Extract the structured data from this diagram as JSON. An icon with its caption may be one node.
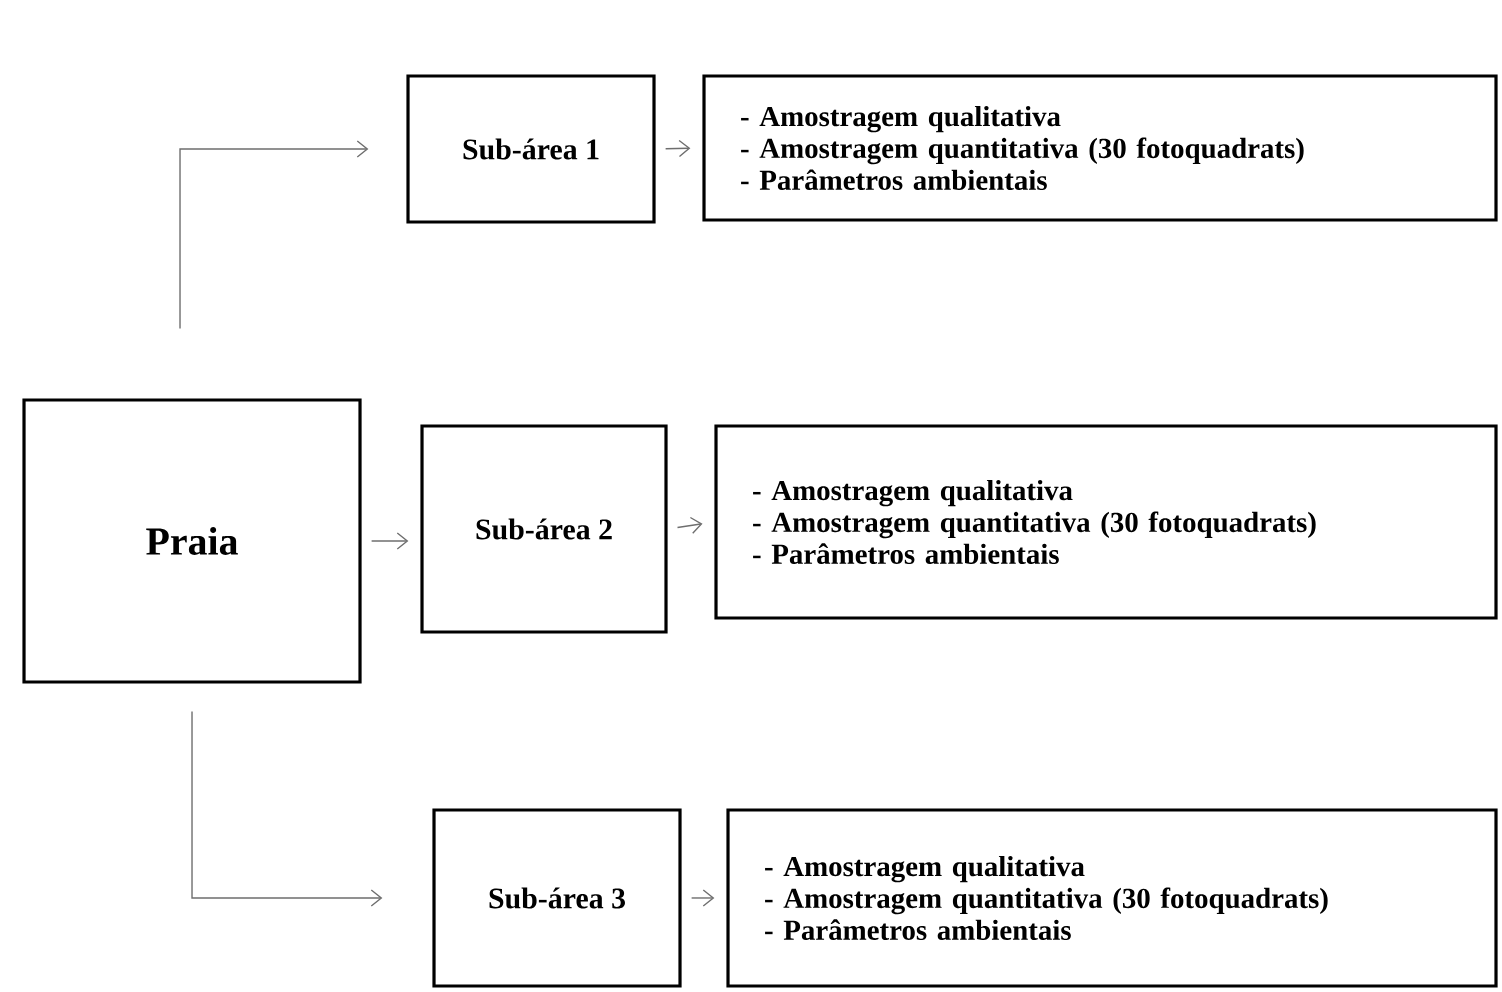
{
  "diagram": {
    "nodes": [
      {
        "text": [
          "Praia"
        ]
      },
      {
        "text": [
          "Sub-área 1"
        ]
      },
      {
        "text": [
          "- Amostragem qualitativa",
          "- Amostragem quantitativa (30 fotoquadrats)",
          "- Parâmetros ambientais"
        ]
      },
      {
        "text": [
          "Sub-área 2"
        ]
      },
      {
        "text": [
          "- Amostragem qualitativa",
          "- Amostragem quantitativa (30 fotoquadrats)",
          "- Parâmetros ambientais"
        ]
      },
      {
        "text": [
          "Sub-área 3"
        ]
      },
      {
        "text": [
          "- Amostragem qualitativa",
          "- Amostragem quantitativa (30 fotoquadrats)",
          "- Parâmetros ambientais"
        ]
      }
    ],
    "edges": [
      {
        "from": 0,
        "to": 1,
        "arrow": "to"
      },
      {
        "from": 0,
        "to": 3,
        "arrow": "to"
      },
      {
        "from": 0,
        "to": 5,
        "arrow": "to"
      },
      {
        "from": 1,
        "to": 2,
        "arrow": "to"
      },
      {
        "from": 3,
        "to": 4,
        "arrow": "to"
      },
      {
        "from": 5,
        "to": 6,
        "arrow": "to"
      }
    ]
  }
}
